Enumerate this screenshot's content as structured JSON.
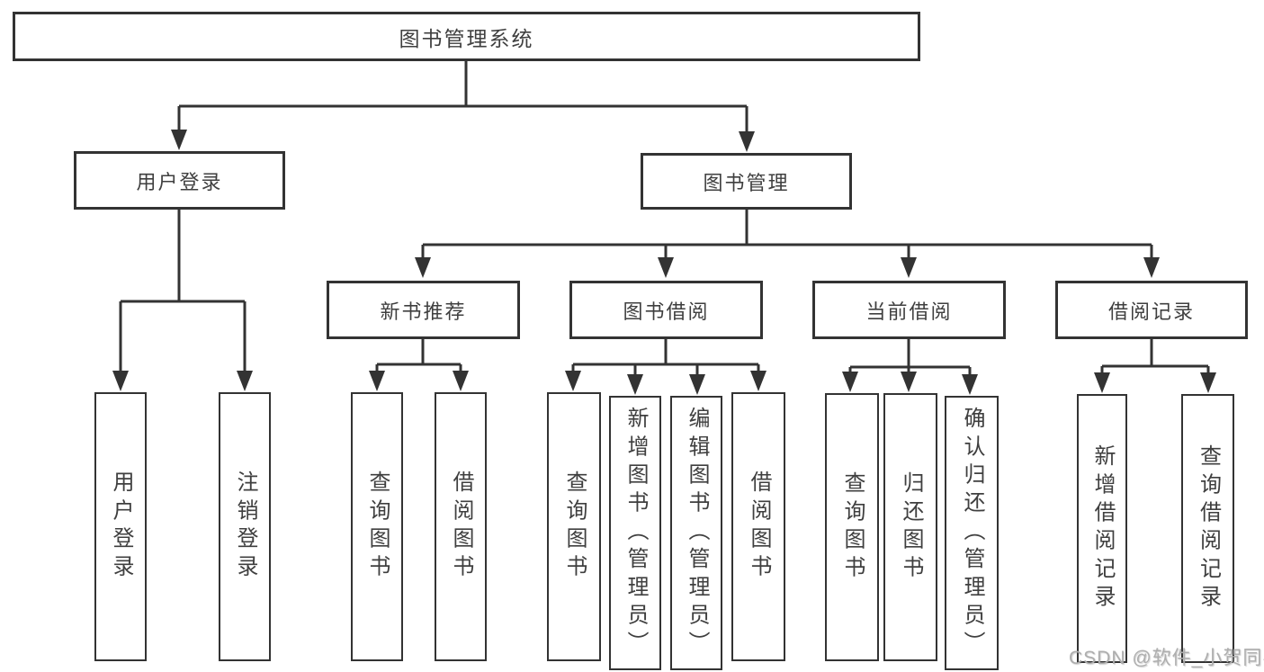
{
  "diagram": {
    "root_label": "图书管理系统",
    "login": {
      "label": "用户登录",
      "children": [
        "用户登录",
        "注销登录"
      ]
    },
    "mgmt": {
      "label": "图书管理",
      "sections": [
        {
          "label": "新书推荐",
          "children": [
            "查询图书",
            "借阅图书"
          ]
        },
        {
          "label": "图书借阅",
          "children": [
            "查询图书",
            "新增图书（管理员）",
            "编辑图书（管理员）",
            "借阅图书"
          ]
        },
        {
          "label": "当前借阅",
          "children": [
            "查询图书",
            "归还图书",
            "确认归还（管理员）"
          ]
        },
        {
          "label": "借阅记录",
          "children": [
            "新增借阅记录",
            "查询借阅记录"
          ]
        }
      ]
    },
    "colors": {
      "line": "#333333",
      "text": "#3f3f3f",
      "box_fill": "#ffffff",
      "watermark": "#aeaeae"
    },
    "watermark": "CSDN @软件_小贺同学"
  }
}
